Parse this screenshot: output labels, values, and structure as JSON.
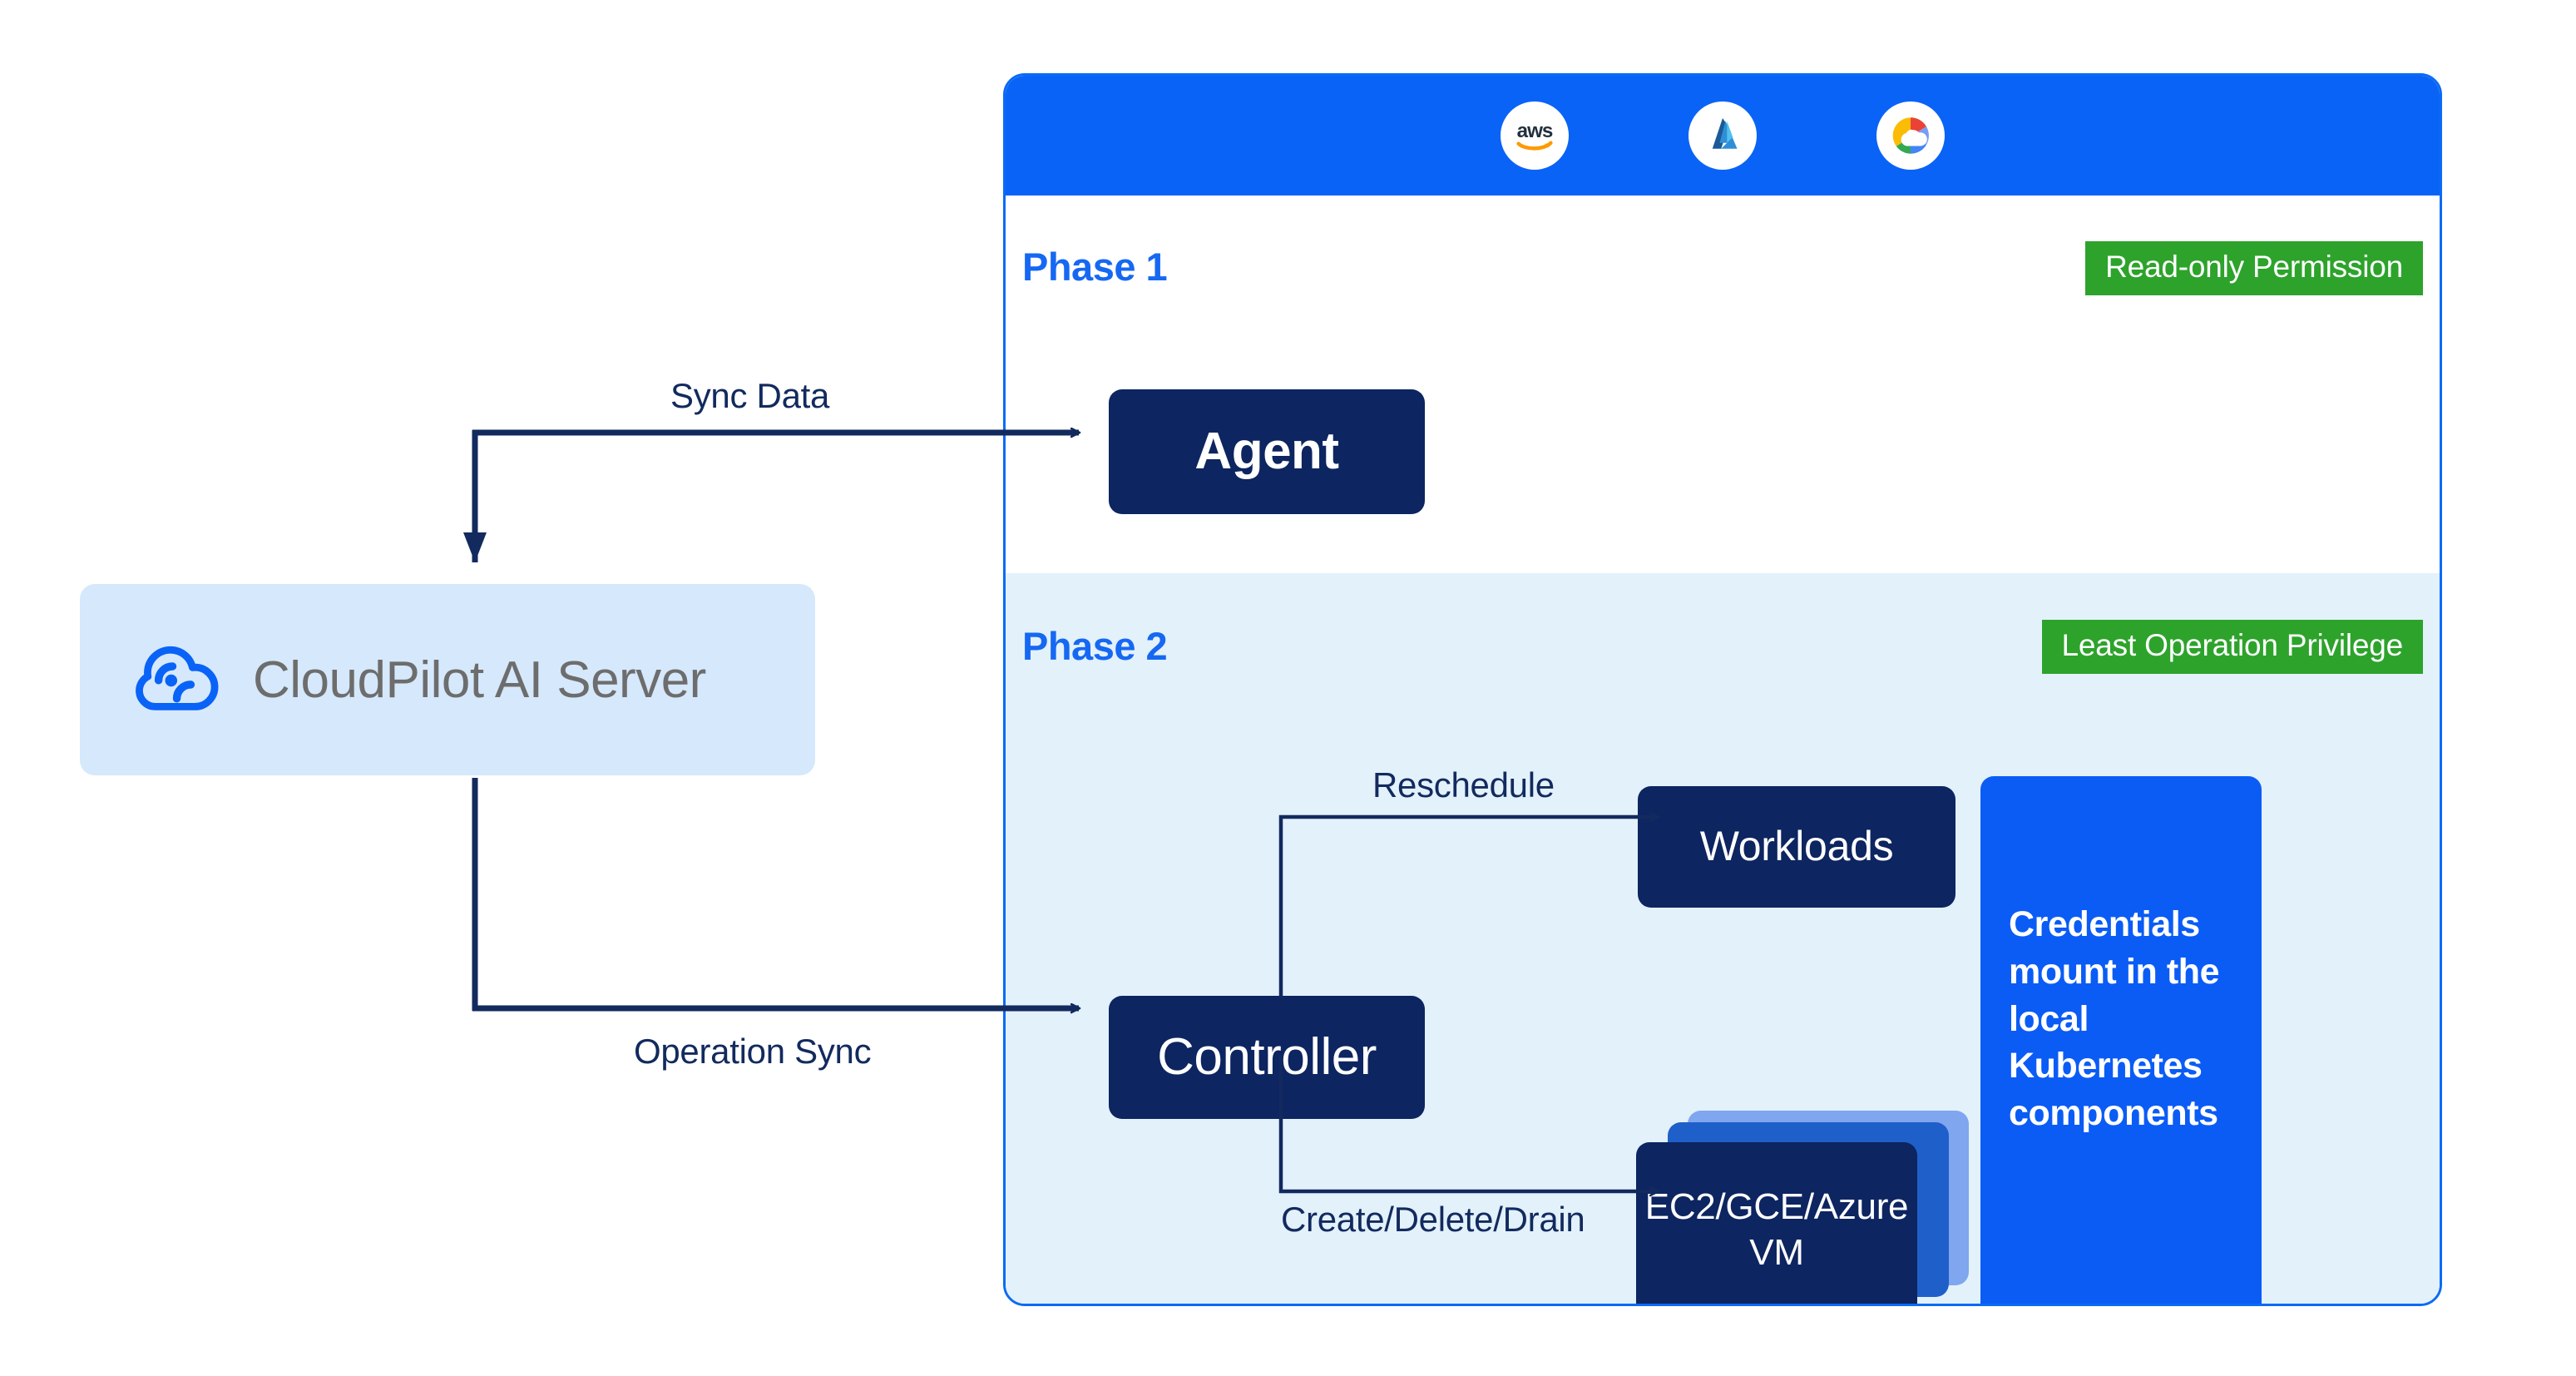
{
  "server": {
    "title": "CloudPilot AI Server",
    "logo_icon": "cloudpilot-cloud-wifi-icon",
    "bg_color": "#d6e8fb",
    "text_color": "#6d6d6d"
  },
  "panel": {
    "border_color": "#0a6bf5",
    "header": {
      "bg_color": "#0a63f7",
      "providers": [
        {
          "name": "aws",
          "icon": "aws-logo-icon"
        },
        {
          "name": "azure",
          "icon": "azure-logo-icon"
        },
        {
          "name": "google-cloud",
          "icon": "google-cloud-logo-icon"
        }
      ]
    },
    "phases": [
      {
        "id": "phase-1",
        "label": "Phase 1",
        "badge": "Read-only Permission",
        "badge_color": "#2da32b",
        "bg_color": "#ffffff",
        "nodes": [
          {
            "id": "agent",
            "label": "Agent"
          }
        ]
      },
      {
        "id": "phase-2",
        "label": "Phase 2",
        "badge": "Least Operation Privilege",
        "badge_color": "#2da32b",
        "bg_color": "#e3f1fb",
        "nodes": [
          {
            "id": "controller",
            "label": "Controller"
          },
          {
            "id": "workloads",
            "label": "Workloads"
          },
          {
            "id": "vm",
            "label": "EC2/GCE/Azure VM"
          }
        ],
        "credentials": {
          "text": "Credentials mount in the local Kubernetes components",
          "bg_color": "#0b5cf5"
        }
      }
    ],
    "phase_label_color": "#1668f2",
    "node_color": "#0d2560"
  },
  "edges": [
    {
      "id": "sync-data",
      "label": "Sync Data",
      "from": "cloudpilot-ai-server",
      "to": "agent"
    },
    {
      "id": "operation-sync",
      "label": "Operation Sync",
      "from": "cloudpilot-ai-server",
      "to": "controller"
    },
    {
      "id": "reschedule",
      "label": "Reschedule",
      "from": "controller",
      "to": "workloads"
    },
    {
      "id": "create-delete-drain",
      "label": "Create/Delete/Drain",
      "from": "controller",
      "to": "vm"
    }
  ],
  "vm_stack_colors": {
    "back": "#7fa6ef",
    "mid": "#1f5fc9",
    "front": "#0d2560"
  },
  "connector_color": "#122a5e"
}
